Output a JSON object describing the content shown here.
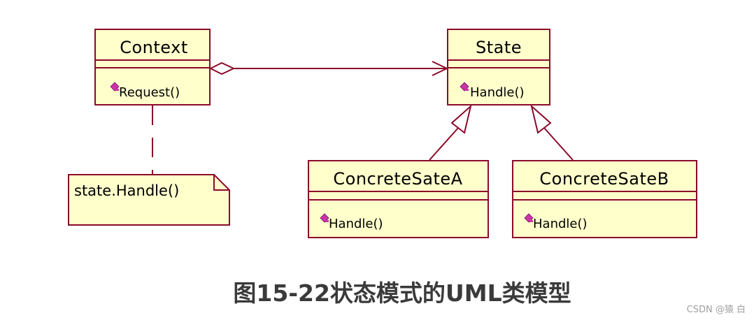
{
  "diagram": {
    "classes": {
      "context": {
        "name": "Context",
        "operation": "Request()"
      },
      "state": {
        "name": "State",
        "operation": "Handle()"
      },
      "concrete_a": {
        "name": "ConcreteSateA",
        "operation": "Handle()"
      },
      "concrete_b": {
        "name": "ConcreteSateB",
        "operation": "Handle()"
      }
    },
    "note": {
      "text": "state.Handle()"
    },
    "relations": [
      {
        "from": "Context",
        "to": "State",
        "type": "aggregation"
      },
      {
        "from": "ConcreteSateA",
        "to": "State",
        "type": "generalization"
      },
      {
        "from": "ConcreteSateB",
        "to": "State",
        "type": "generalization"
      },
      {
        "from": "state.Handle()",
        "to": "Context",
        "type": "note-link"
      }
    ],
    "colors": {
      "class_fill": "#ffffcc",
      "class_border": "#8b0a2a",
      "line": "#8b0a2a",
      "operation_icon": "#cc33aa"
    }
  },
  "caption": "图15-22状态模式的UML类模型",
  "watermark": "CSDN @猿 白"
}
